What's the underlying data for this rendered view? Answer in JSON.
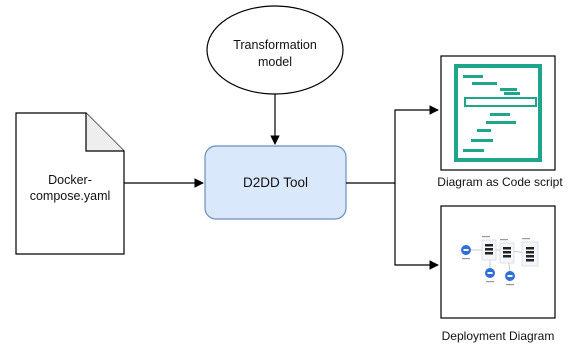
{
  "nodes": {
    "transformation_model": {
      "label_line1": "Transformation",
      "label_line2": "model"
    },
    "docker_compose": {
      "label_line1": "Docker-",
      "label_line2": "compose.yaml"
    },
    "d2dd_tool": {
      "label": "D2DD Tool"
    },
    "diagram_as_code": {
      "label": "Diagram as Code script"
    },
    "deployment_diagram": {
      "label": "Deployment Diagram"
    }
  },
  "colors": {
    "tool_fill": "#dae8fc",
    "tool_stroke": "#6c8ebf",
    "code_icon": "#1ea58a",
    "stroke": "#000000"
  },
  "icons": {
    "code": "code-script-icon",
    "deployment": "deployment-diagram-thumbnail-icon"
  }
}
